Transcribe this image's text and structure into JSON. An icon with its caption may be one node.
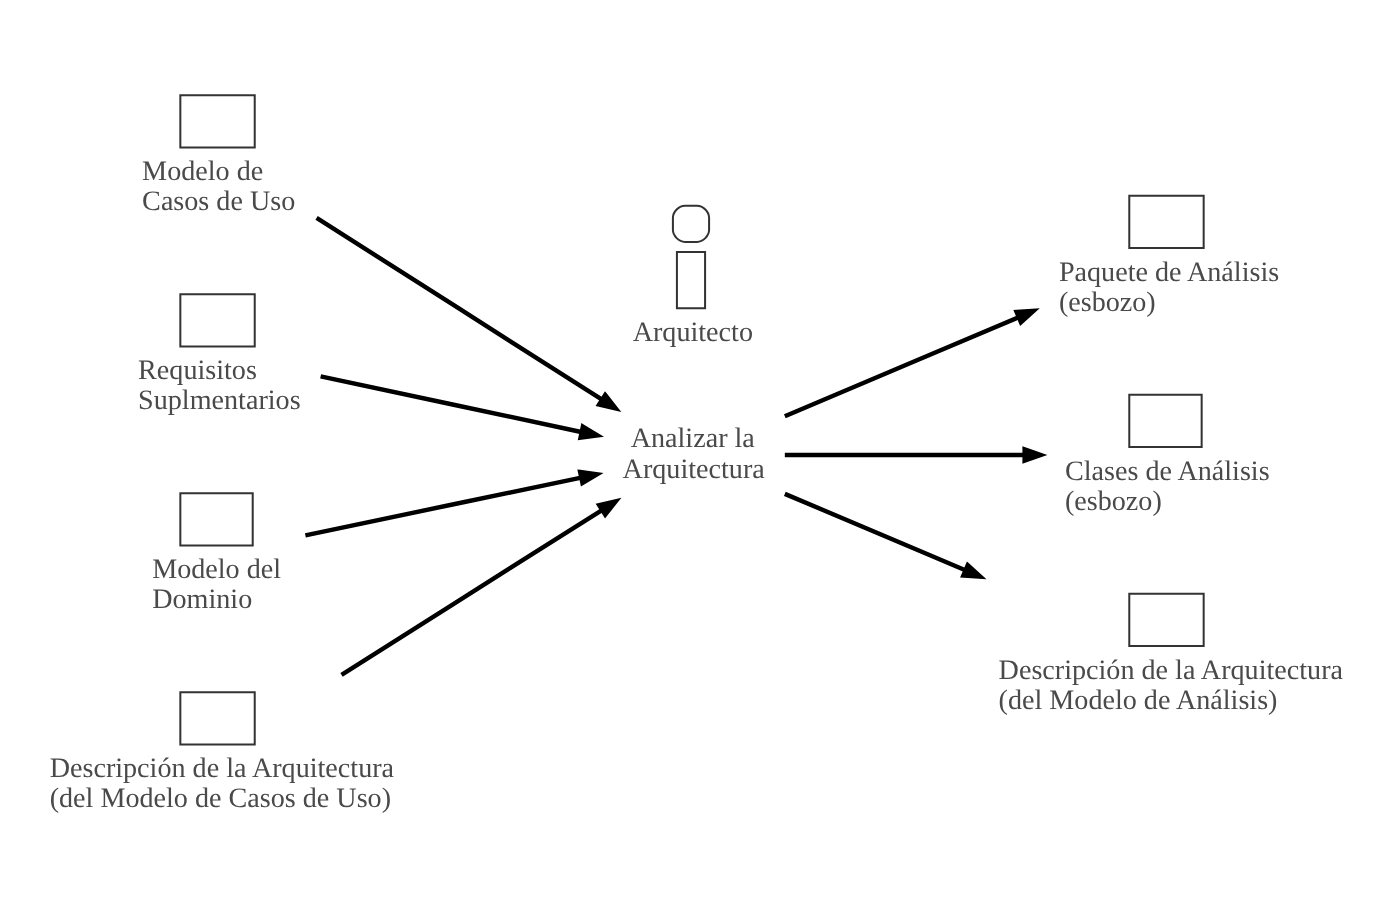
{
  "diagram": {
    "nodes": [
      {
        "text": [
          "Modelo de Casos de Uso"
        ]
      },
      {
        "text": [
          "Requisitos Suplmentarios"
        ]
      },
      {
        "text": [
          "Modelo del Dominio"
        ]
      },
      {
        "text": [
          "Descripción de la Arquitectura (del Modelo de Casos de Uso)"
        ]
      },
      {
        "text": [
          "Arquitecto"
        ]
      },
      {
        "text": [
          "Analizar la Arquitectura"
        ]
      },
      {
        "text": [
          "Paquete de Análisis (esbozo)"
        ]
      },
      {
        "text": [
          "Clases de Análisis (esbozo)"
        ]
      },
      {
        "text": [
          "Descripción de la Arquitectura (del Modelo de Análisis)"
        ]
      }
    ],
    "edges": [
      {
        "from": 0,
        "to": 5,
        "arrow": "to"
      },
      {
        "from": 1,
        "to": 5,
        "arrow": "to"
      },
      {
        "from": 2,
        "to": 5,
        "arrow": "to"
      },
      {
        "from": 3,
        "to": 5,
        "arrow": "to"
      },
      {
        "from": 5,
        "to": 6,
        "arrow": "to"
      },
      {
        "from": 5,
        "to": 7,
        "arrow": "to"
      },
      {
        "from": 5,
        "to": 8,
        "arrow": "to"
      }
    ]
  }
}
